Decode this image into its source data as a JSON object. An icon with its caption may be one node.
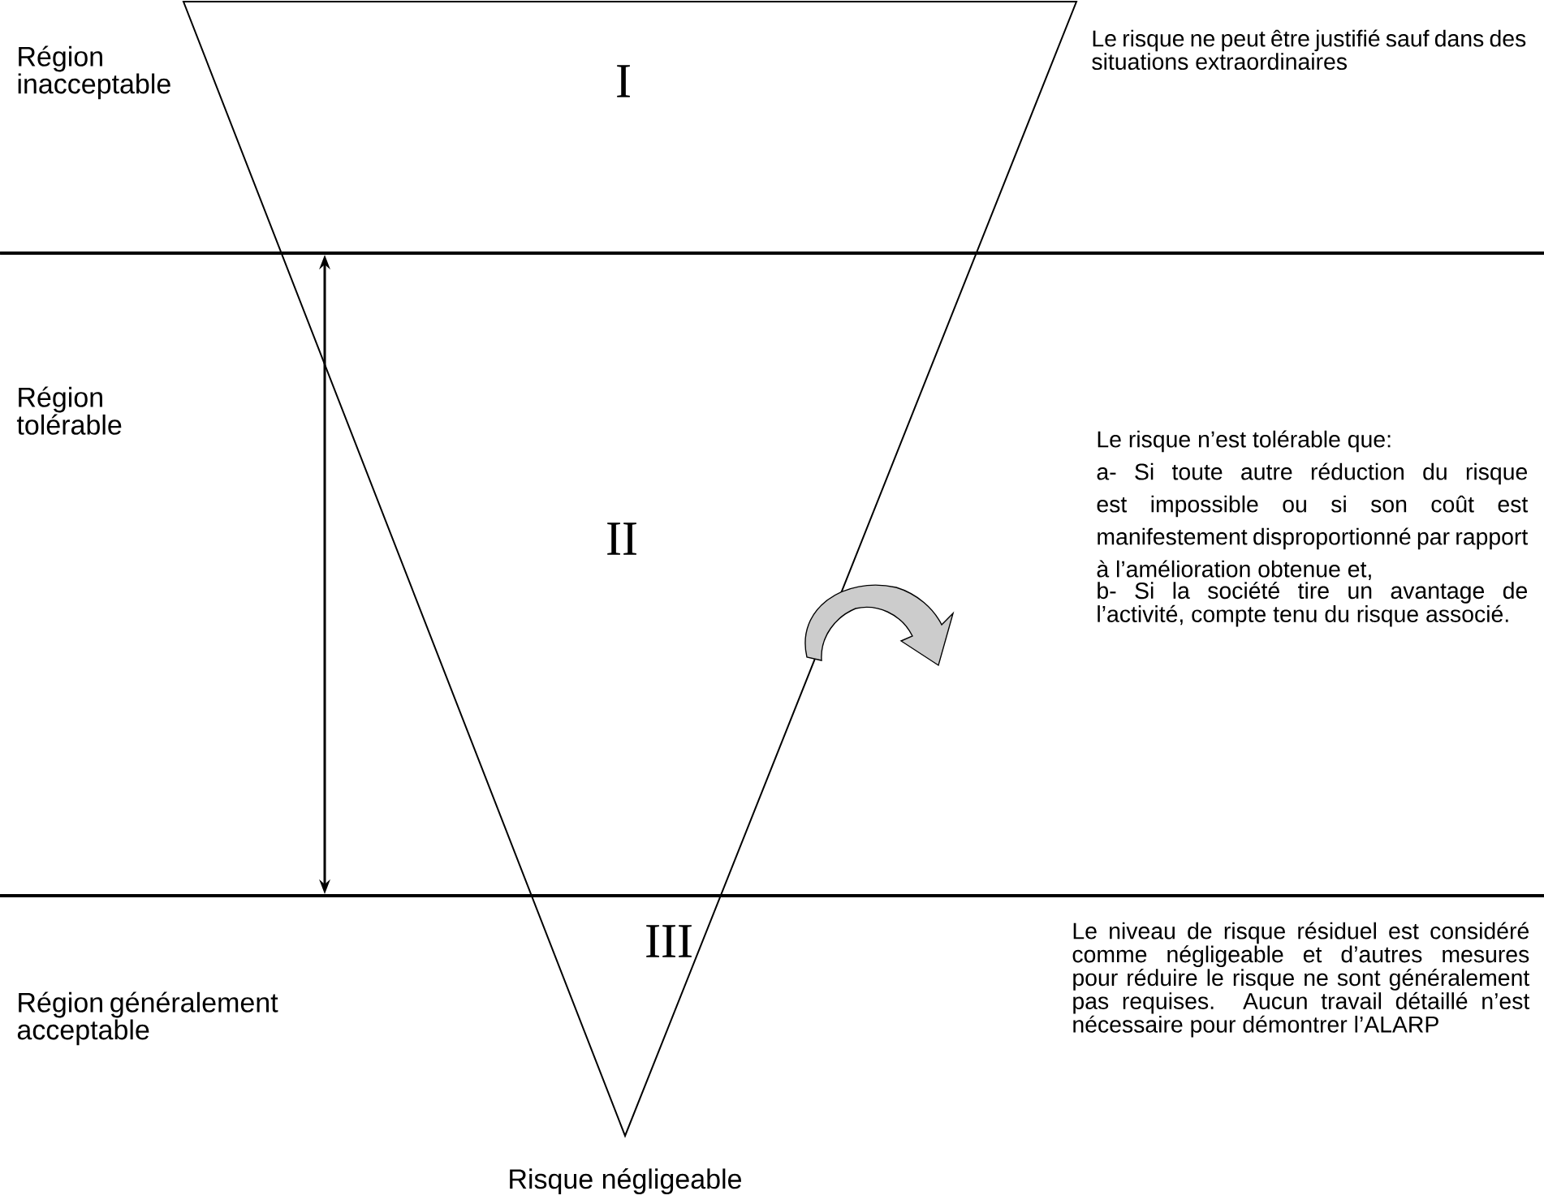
{
  "diagram": {
    "labels": [
      "Région inacceptable",
      "I",
      "Le risque ne peut être justifié sauf dans des situations extraordinaires",
      "Région tolérable",
      "II",
      "Le risque n’est tolérable que:",
      "a- Si toute autre réduction du risque est impossible ou si son coût est manifestement disproportionné par rapport à l’amélioration obtenue et,",
      "b- Si la société tire un avantage de l’activité, compte tenu du risque associé.",
      "Région généralement acceptable",
      "III",
      "Le niveau de risque résiduel est considéré comme négligeable et d’autres mesures pour réduire le risque ne sont généralement pas requises. Aucun travail détaillé n’est nécessaire pour démontrer l’ALARP",
      "Risque négligeable"
    ]
  }
}
